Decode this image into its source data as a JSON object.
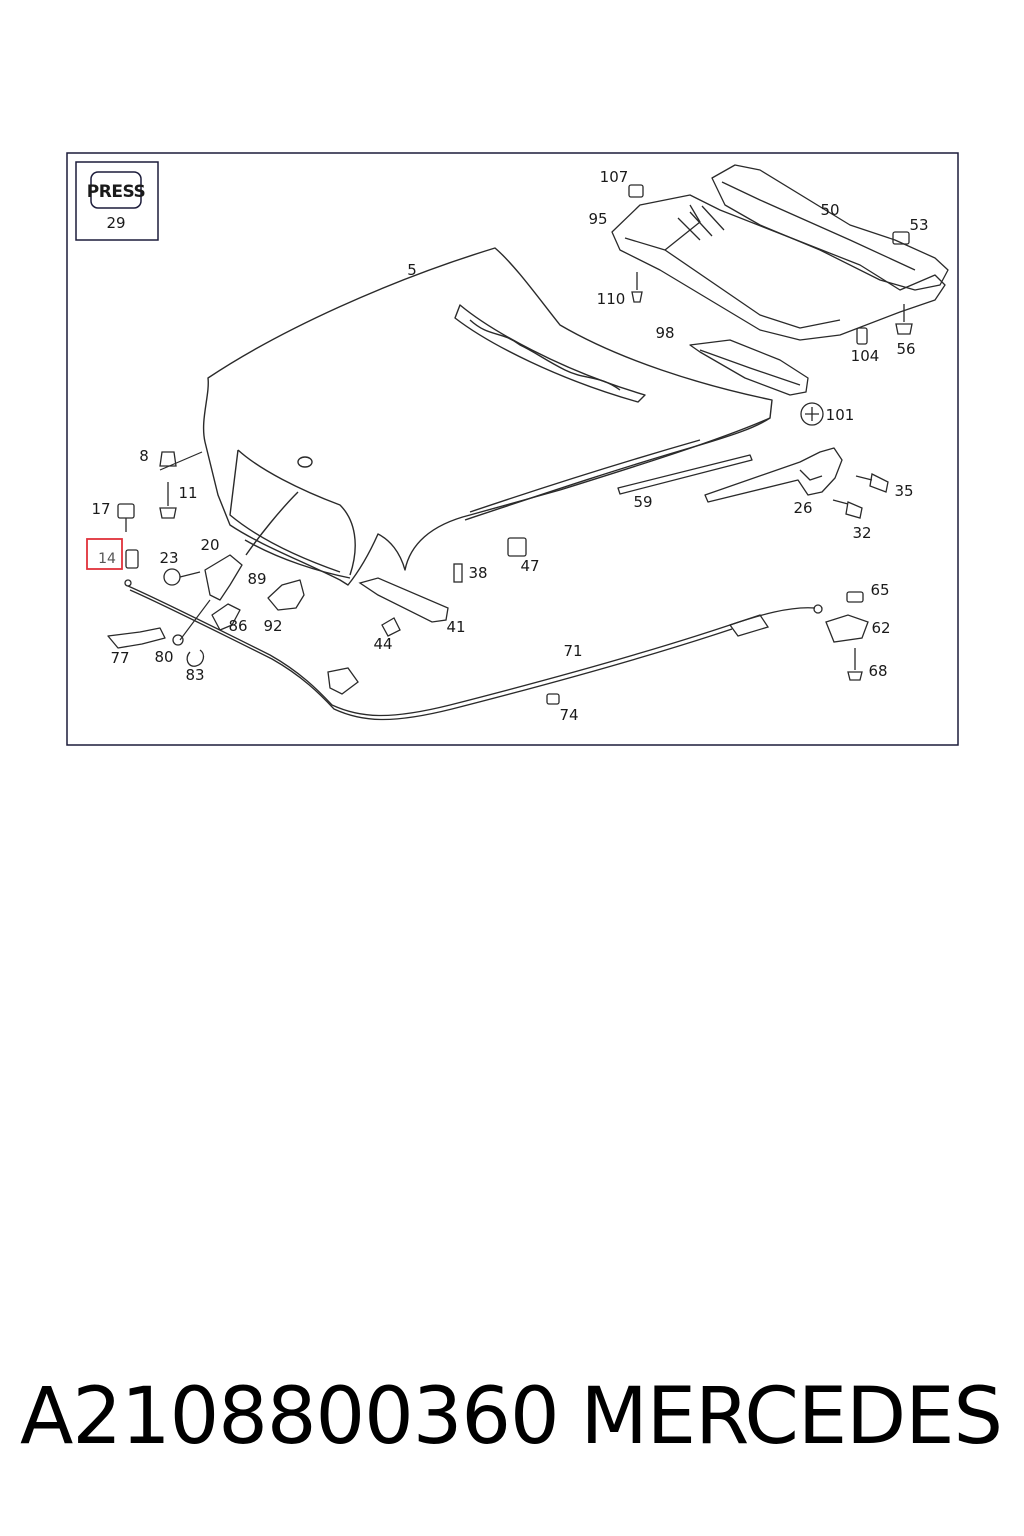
{
  "stamp": {
    "line1": "PRESS",
    "line2": "29"
  },
  "callouts": {
    "c5": "5",
    "c107": "107",
    "c50": "50",
    "c95": "95",
    "c53": "53",
    "c110": "110",
    "c98": "98",
    "c104": "104",
    "c56": "56",
    "c101": "101",
    "c8": "8",
    "c11": "11",
    "c17": "17",
    "c14": "14",
    "c23": "23",
    "c20": "20",
    "c89": "89",
    "c86": "86",
    "c92": "92",
    "c59": "59",
    "c35": "35",
    "c26": "26",
    "c32": "32",
    "c47": "47",
    "c38": "38",
    "c44": "44",
    "c41": "41",
    "c65": "65",
    "c62": "62",
    "c68": "68",
    "c71": "71",
    "c74": "74",
    "c77": "77",
    "c80": "80",
    "c83": "83"
  },
  "caption": {
    "part_number": "A2108800360",
    "brand": "MERCEDES"
  },
  "colors": {
    "frame": "#1c1c3a",
    "highlight": "#e0313b",
    "line": "#2a2a2a"
  }
}
